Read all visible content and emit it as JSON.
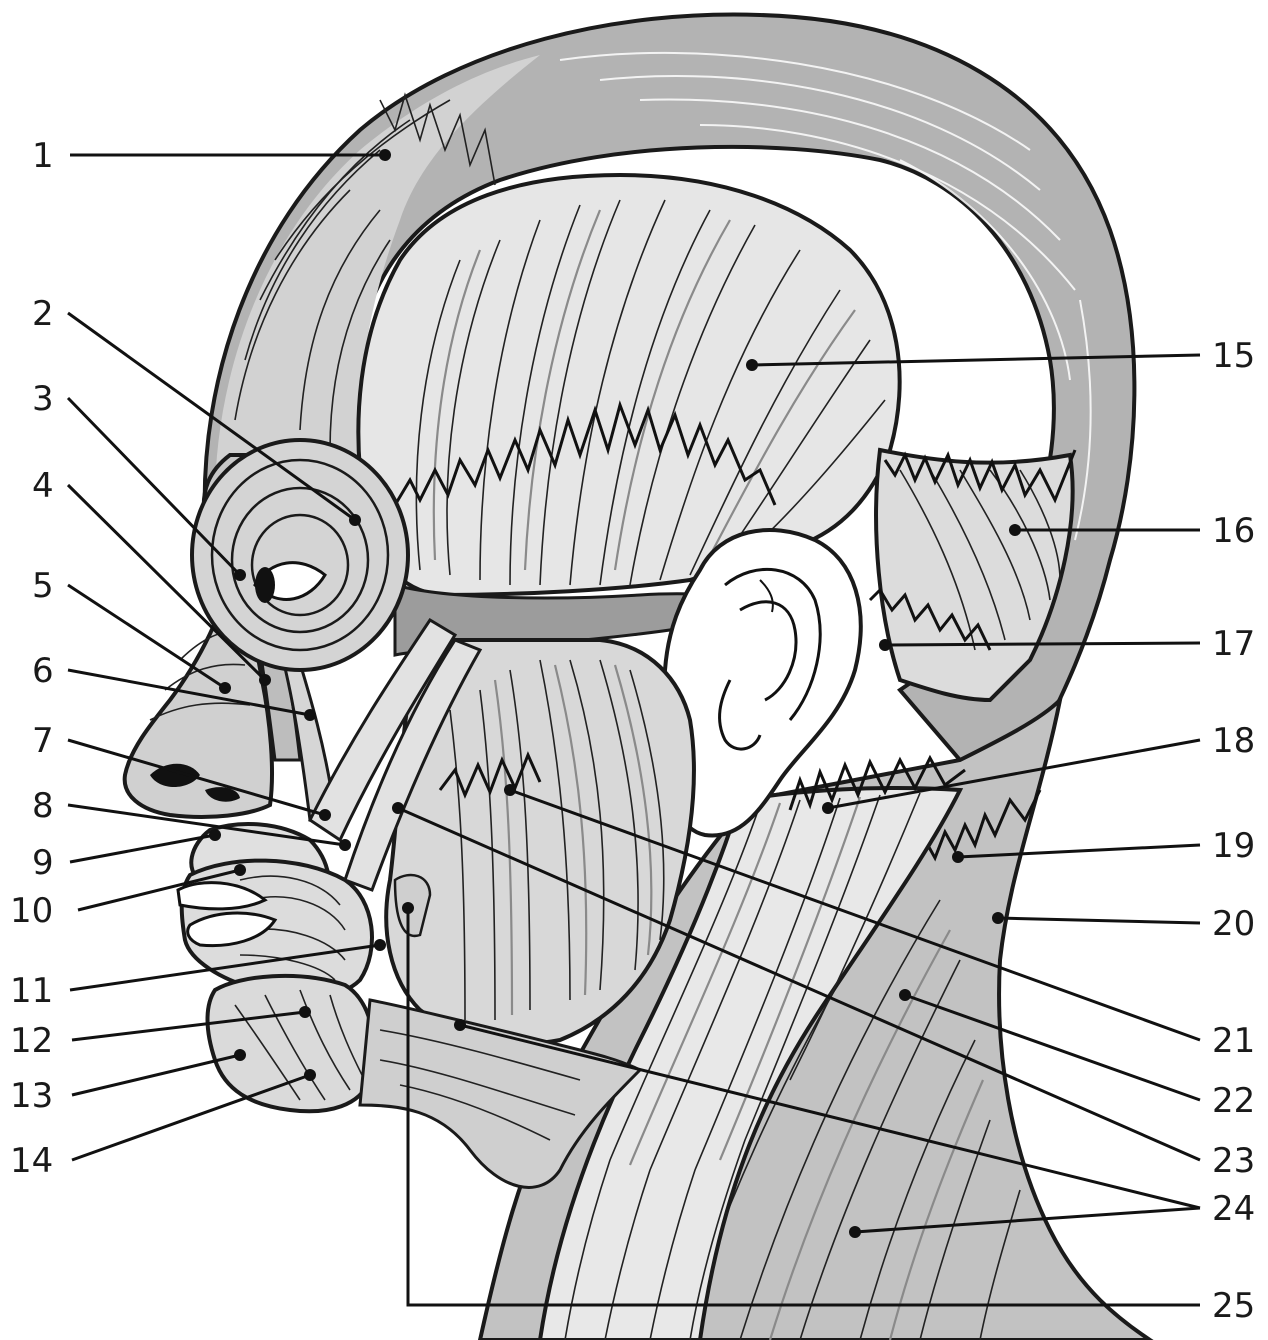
{
  "labels": {
    "l1": "1",
    "l2": "2",
    "l3": "3",
    "l4": "4",
    "l5": "5",
    "l6": "6",
    "l7": "7",
    "l8": "8",
    "l9": "9",
    "l10": "10",
    "l11": "11",
    "l12": "12",
    "l13": "13",
    "l14": "14",
    "l15": "15",
    "l16": "16",
    "l17": "17",
    "l18": "18",
    "l19": "19",
    "l20": "20",
    "l21": "21",
    "l22": "22",
    "l23": "23",
    "l24": "24",
    "l25": "25"
  },
  "colors": {
    "muscle_light": "#d6d6d6",
    "muscle_mid": "#bdbdbd",
    "muscle_dark": "#a8a8a8",
    "outline": "#1a1a1a",
    "paper": "#ffffff"
  }
}
